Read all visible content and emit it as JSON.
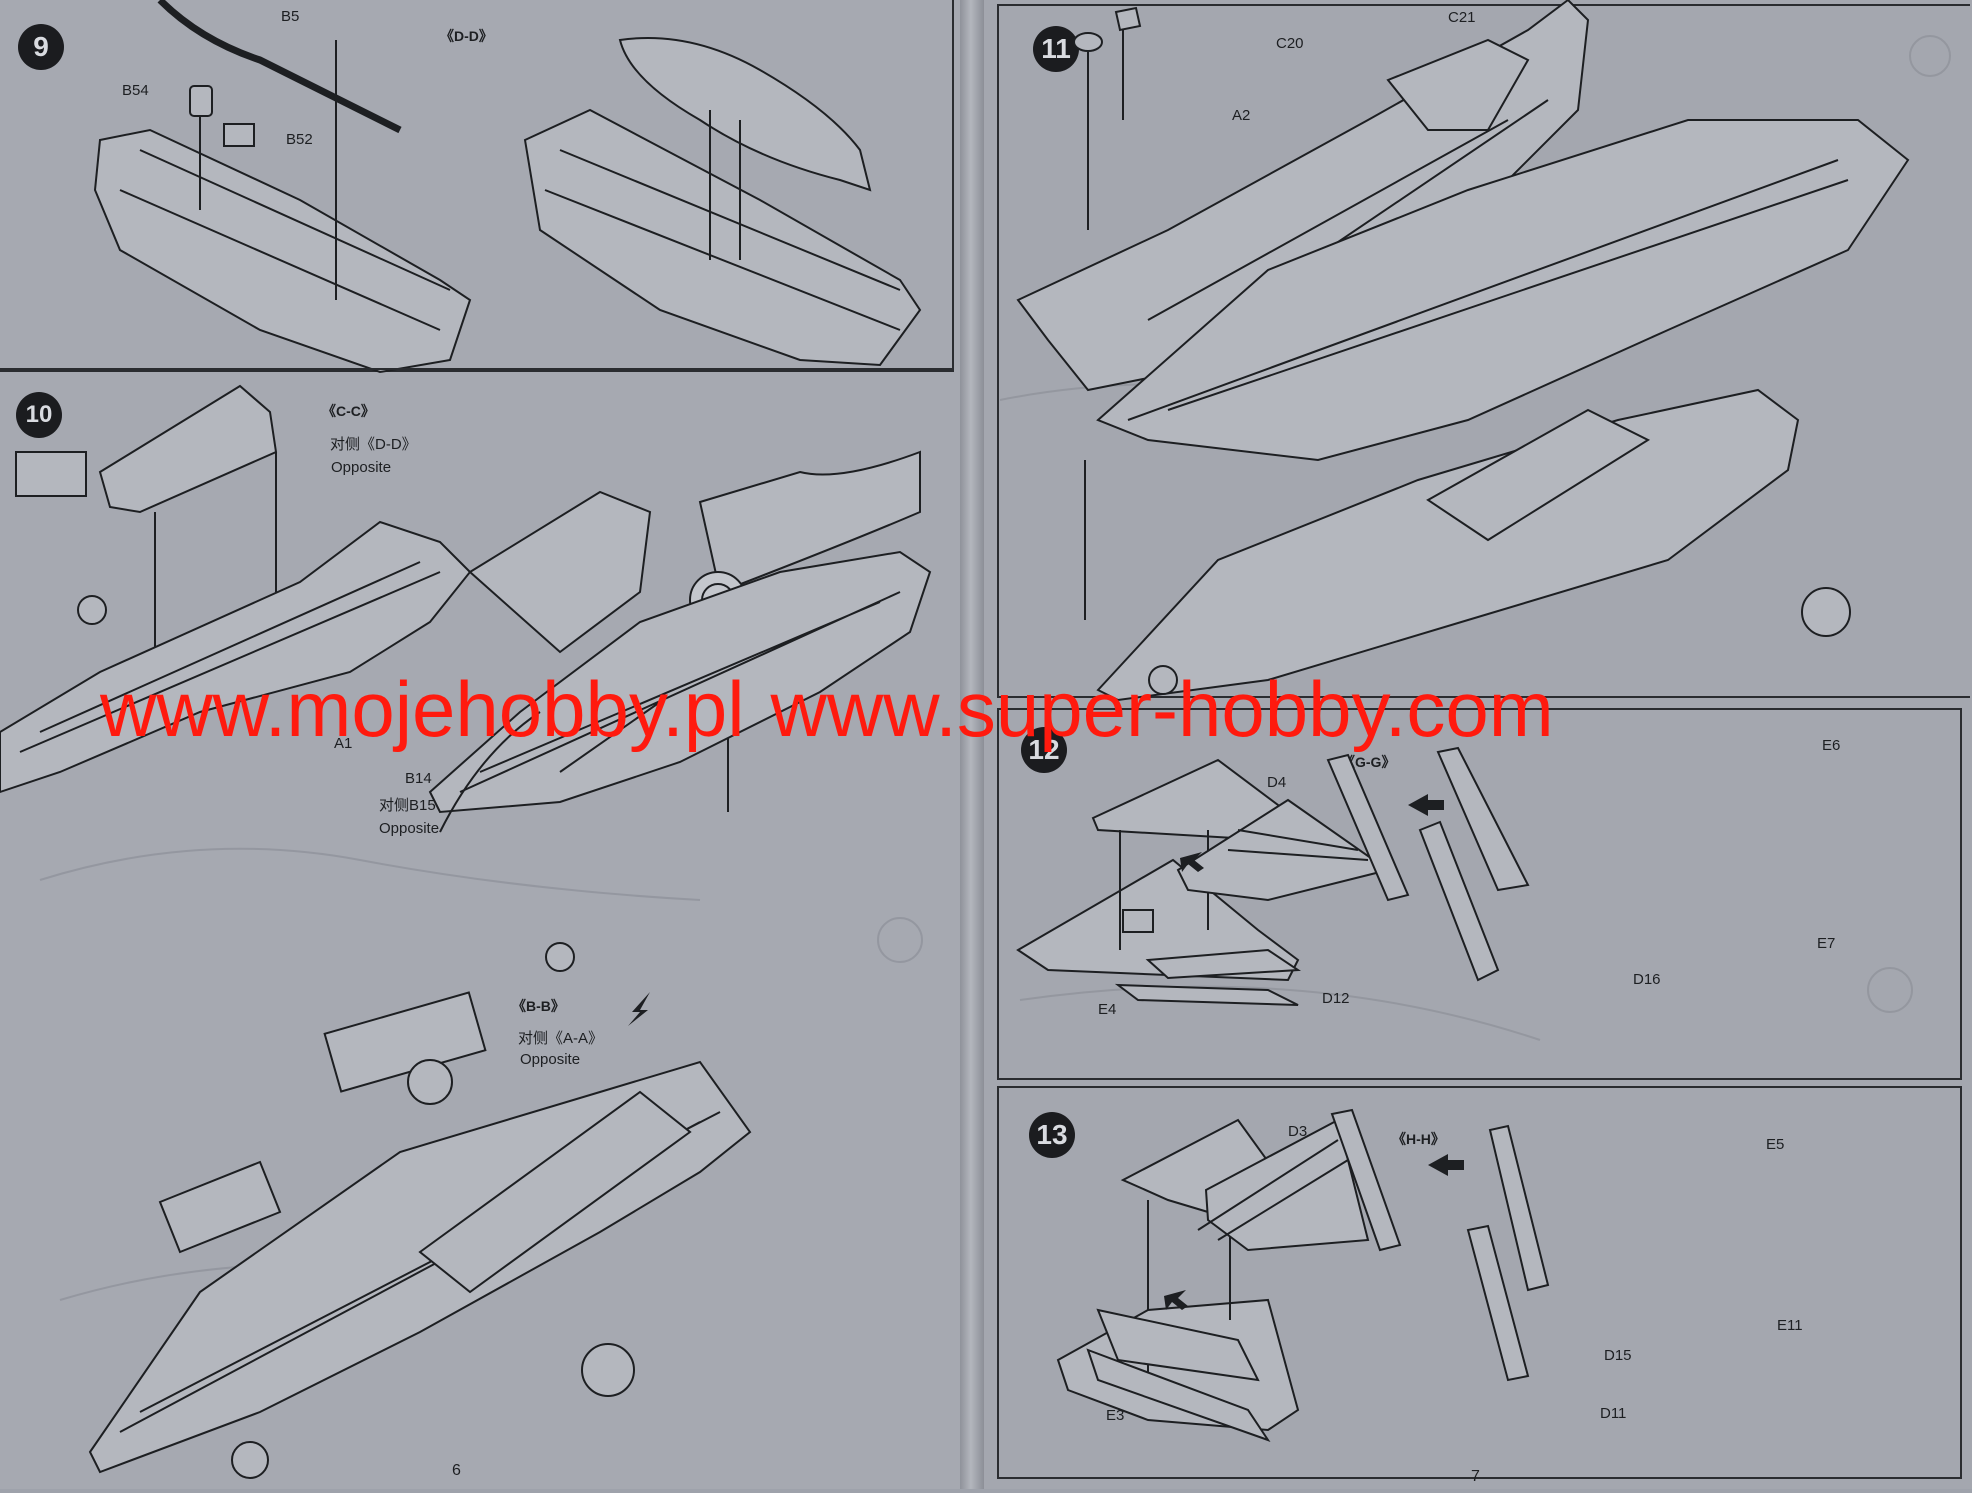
{
  "pages": {
    "left_number": "6",
    "right_number": "7"
  },
  "steps": {
    "s9": {
      "number": "9",
      "view": "《D-D》",
      "parts": {
        "b5": "B5",
        "b54": "B54",
        "b52": "B52"
      }
    },
    "s10": {
      "number": "10",
      "view_cc": "《C-C》",
      "opposite_dd": "对侧《D-D》",
      "opposite1": "Opposite",
      "parts": {
        "a1": "A1",
        "b14": "B14"
      },
      "opposite_b15": "对侧B15",
      "opposite2": "Opposite",
      "view_bb": "《B-B》",
      "opposite_aa": "对侧《A-A》",
      "opposite3": "Opposite"
    },
    "s11": {
      "number": "11",
      "parts": {
        "c21": "C21",
        "c20": "C20",
        "a2": "A2"
      }
    },
    "s12": {
      "number": "12",
      "view": "《G-G》",
      "parts": {
        "d4": "D4",
        "e4": "E4",
        "e6": "E6",
        "e7": "E7",
        "d16": "D16",
        "d12": "D12"
      }
    },
    "s13": {
      "number": "13",
      "view": "《H-H》",
      "parts": {
        "d3": "D3",
        "e3": "E3",
        "e5": "E5",
        "e11": "E11",
        "d15": "D15",
        "d11": "D11"
      }
    }
  },
  "watermark": {
    "left": "www.mojehobby.pl",
    "right": "www.super-hobby.com",
    "color": "#ff1a0e"
  },
  "colors": {
    "paper": "#a6a9b1",
    "ink": "#1d1f22"
  },
  "icons": [
    "arrow-icon",
    "step-badge-icon"
  ]
}
